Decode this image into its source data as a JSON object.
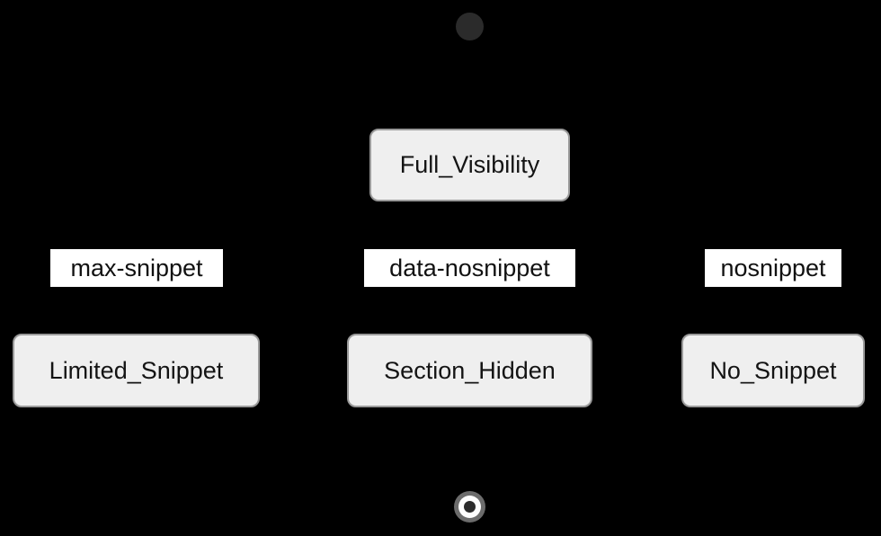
{
  "diagram": {
    "type": "state-diagram",
    "background_color": "#000000",
    "node_fill_color": "#efefef",
    "node_border_color": "#9a9a9a",
    "node_text_color": "#141414",
    "label_background_color": "#ffffff",
    "label_text_color": "#111111",
    "edge_color": "#000000",
    "start_marker_color": "#2b2b2b",
    "end_marker_ring_color": "#6c6c6c",
    "end_marker_inner_color": "#fdfdfd"
  },
  "markers": {
    "start": "start-state",
    "end": "end-state"
  },
  "states": [
    {
      "id": "full_visibility",
      "label": "Full_Visibility"
    },
    {
      "id": "limited_snippet",
      "label": "Limited_Snippet"
    },
    {
      "id": "section_hidden",
      "label": "Section_Hidden"
    },
    {
      "id": "no_snippet",
      "label": "No_Snippet"
    }
  ],
  "transitions": [
    {
      "from": "full_visibility",
      "to": "limited_snippet",
      "label": "max-snippet"
    },
    {
      "from": "full_visibility",
      "to": "section_hidden",
      "label": "data-nosnippet"
    },
    {
      "from": "full_visibility",
      "to": "no_snippet",
      "label": "nosnippet"
    }
  ]
}
